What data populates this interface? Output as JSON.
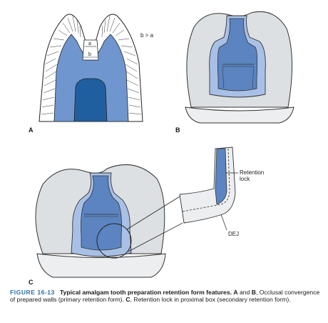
{
  "panel_labels": [
    "A",
    "B",
    "C"
  ],
  "panel_a": {
    "label_a": "a",
    "label_b": "b",
    "inequality": "b > a"
  },
  "panel_c_callouts": {
    "retention_lock": [
      "Retention",
      "lock"
    ],
    "dej": "DEJ"
  },
  "caption": {
    "figure_label": "FIGURE 16-13",
    "title": "Typical amalgam tooth preparation retention form features.",
    "body": "A and B, Occlusal convergence of prepared walls (primary retention form). C, Retention lock in proximal box (secondary retention form).",
    "body_parts": [
      "A",
      " and ",
      "B",
      ", Occlusal convergence of prepared walls (primary retention form). ",
      "C",
      ", Retention lock in proximal box (secondary retention form)."
    ]
  },
  "colors": {
    "enamel": "#ffffff",
    "dentin": "#6f96cf",
    "pulp": "#1f5f9f",
    "prep_light": "#a9c0e6",
    "prep_dark": "#5b84c0",
    "tooth_body": "#dde0e3",
    "accent": "#2a6fa8"
  }
}
